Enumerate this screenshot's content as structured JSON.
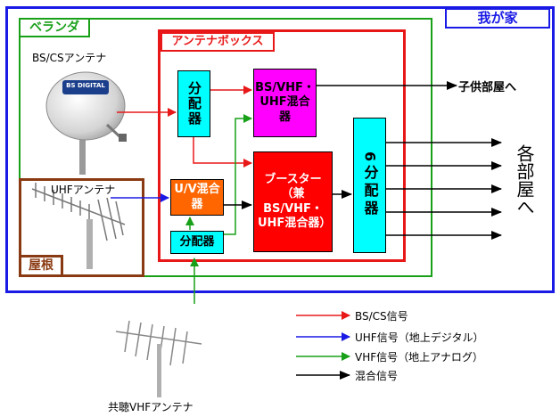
{
  "frames": {
    "house": "我が家",
    "veranda": "ベランダ",
    "antenna_box": "アンテナボックス",
    "roof": "屋根"
  },
  "antennas": {
    "bs_cs": "BS/CSアンテナ",
    "dish_brand": "BS DIGITAL",
    "uhf": "UHFアンテナ",
    "shared_vhf": "共聴VHFアンテナ"
  },
  "nodes": {
    "splitter_top": "分配器",
    "bs_vhf_uhf_mixer": "BS/VHF・UHF混合器",
    "uv_mixer": "U/V混合器",
    "splitter_bottom": "分配器",
    "booster": "ブースター（兼BS/VHF・UHF混合器）",
    "six_splitter": "6分配器"
  },
  "destinations": {
    "kids_room": "子供部屋へ",
    "each_room": "各部屋へ"
  },
  "legend": [
    {
      "label": "BS/CS信号",
      "color": "#e81818"
    },
    {
      "label": "UHF信号（地上デジタル）",
      "color": "#1a1ae6"
    },
    {
      "label": "VHF信号（地上アナログ）",
      "color": "#18a018"
    },
    {
      "label": "混合信号",
      "color": "#000000"
    }
  ],
  "colors": {
    "bs_cs": "#e81818",
    "uhf": "#1a1ae6",
    "vhf": "#18a018",
    "mixed": "#000000"
  }
}
